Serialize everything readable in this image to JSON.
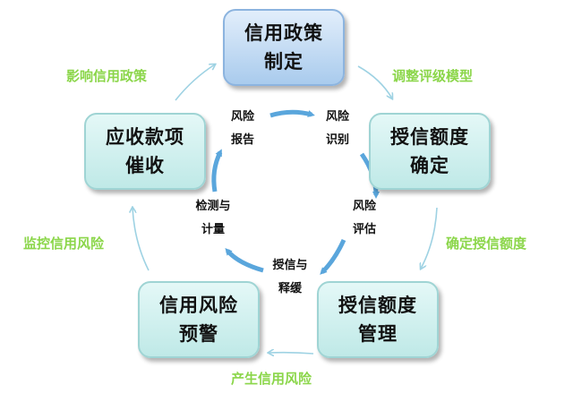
{
  "nodes": {
    "policy": [
      "信用政策",
      "制定"
    ],
    "credit_limit": [
      "授信额度",
      "确定"
    ],
    "limit_mgmt": [
      "授信额度",
      "管理"
    ],
    "warning": [
      "信用风险",
      "预警"
    ],
    "collection": [
      "应收款项",
      "催收"
    ]
  },
  "edges": {
    "adjust_model": "调整评级模型",
    "confirm_limit": "确定授信额度",
    "produce_risk": "产生信用风险",
    "monitor_risk": "监控信用风险",
    "affect_policy": "影响信用政策"
  },
  "cycle": {
    "identify": [
      "风险",
      "识别"
    ],
    "assess": [
      "风险",
      "评估"
    ],
    "grant_release": [
      "授信与",
      "释缓"
    ],
    "measure": [
      "检测与",
      "计量"
    ],
    "report": [
      "风险",
      "报告"
    ]
  },
  "colors": {
    "node_fill": "#bfe9e7",
    "top_node_fill": "#a9cbed",
    "edge_label": "#8bd64a",
    "inner_arrow": "#5aa6dc",
    "outer_arrow": "#9ed2e3"
  }
}
